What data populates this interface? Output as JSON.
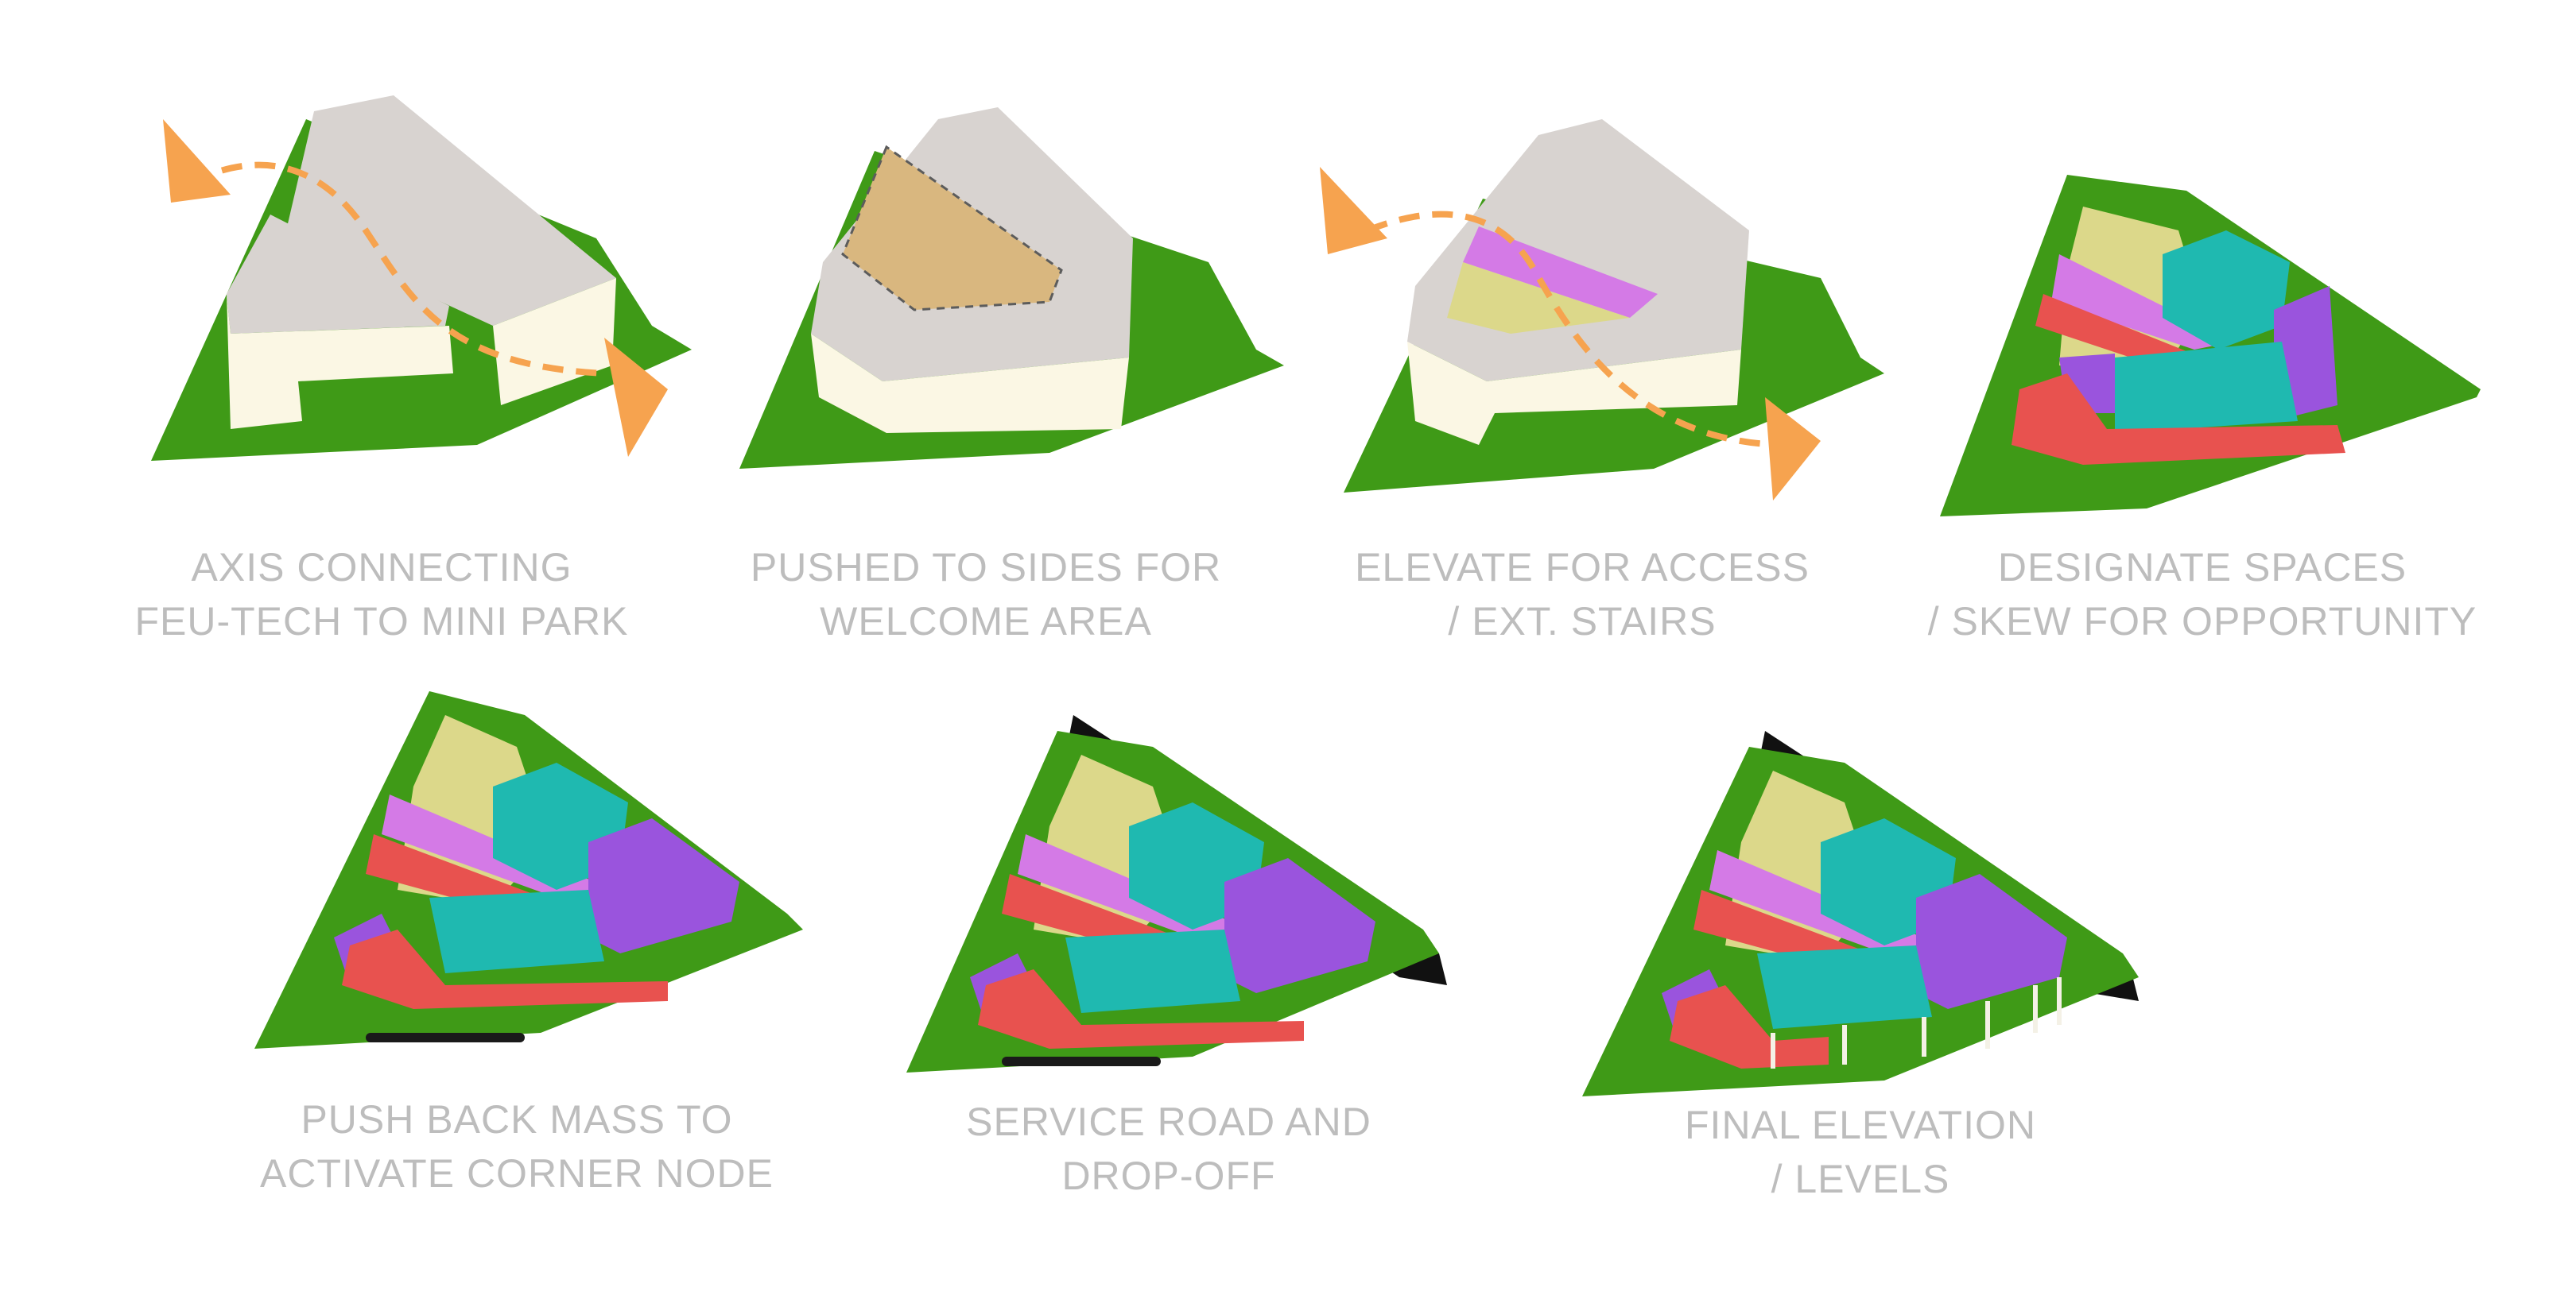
{
  "diagram": {
    "steps": [
      {
        "id": 1,
        "lines": [
          "AXIS CONNECTING",
          "FEU-TECH TO MINI PARK"
        ]
      },
      {
        "id": 2,
        "lines": [
          "PUSHED TO SIDES FOR",
          "WELCOME AREA"
        ]
      },
      {
        "id": 3,
        "lines": [
          "ELEVATE FOR ACCESS",
          "/ EXT. STAIRS"
        ]
      },
      {
        "id": 4,
        "lines": [
          "DESIGNATE SPACES",
          "/ SKEW FOR OPPORTUNITY"
        ]
      },
      {
        "id": 5,
        "lines": [
          "PUSH BACK MASS TO",
          "ACTIVATE CORNER NODE"
        ]
      },
      {
        "id": 6,
        "lines": [
          "SERVICE ROAD AND",
          "DROP-OFF"
        ]
      },
      {
        "id": 7,
        "lines": [
          "FINAL ELEVATION",
          "/ LEVELS"
        ]
      }
    ],
    "colors": {
      "grass": "#3f9a17",
      "mass_top": "#d8d3d0",
      "mass_side": "#fbf7e4",
      "arrow": "#f6a34f",
      "program_yellow": "#dcd88a",
      "program_teal": "#1fb9b0",
      "program_violet": "#9a54dd",
      "program_pink": "#d47ae6",
      "program_red": "#e8524f",
      "caption_text": "#bdbdbd"
    }
  }
}
